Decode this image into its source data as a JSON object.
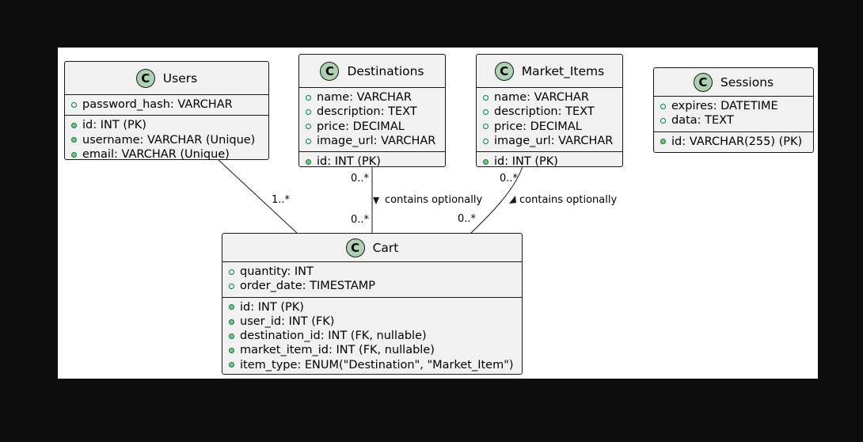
{
  "classes": {
    "users": {
      "name": "Users",
      "attributes": [
        "password_hash: VARCHAR"
      ],
      "keys": [
        "id: INT (PK)",
        "username: VARCHAR (Unique)",
        "email: VARCHAR (Unique)"
      ]
    },
    "destinations": {
      "name": "Destinations",
      "attributes": [
        "name: VARCHAR",
        "description: TEXT",
        "price: DECIMAL",
        "image_url: VARCHAR"
      ],
      "keys": [
        "id: INT (PK)"
      ]
    },
    "market_items": {
      "name": "Market_Items",
      "attributes": [
        "name: VARCHAR",
        "description: TEXT",
        "price: DECIMAL",
        "image_url: VARCHAR"
      ],
      "keys": [
        "id: INT (PK)"
      ]
    },
    "sessions": {
      "name": "Sessions",
      "attributes": [
        "expires: DATETIME",
        "data: TEXT"
      ],
      "keys": [
        "id: VARCHAR(255) (PK)"
      ]
    },
    "cart": {
      "name": "Cart",
      "attributes": [
        "quantity: INT",
        "order_date: TIMESTAMP"
      ],
      "keys": [
        "id: INT (PK)",
        "user_id: INT (FK)",
        "destination_id: INT (FK, nullable)",
        "market_item_id: INT (FK, nullable)",
        "item_type: ENUM(\"Destination\", \"Market_Item\")"
      ]
    }
  },
  "relations": {
    "users_cart": {
      "mult_cart": "1..*"
    },
    "dest_cart": {
      "mult_top": "0..*",
      "mult_bottom": "0..*",
      "label": "contains optionally"
    },
    "market_cart": {
      "mult_top": "0..*",
      "mult_bottom": "0..*",
      "label": "contains optionally"
    }
  },
  "icon_letter": "C",
  "colors": {
    "class_fill": "#f1f1f1",
    "class_icon": "#add1b2",
    "visibility_green": "#038048",
    "background": "#0d0d0d"
  }
}
